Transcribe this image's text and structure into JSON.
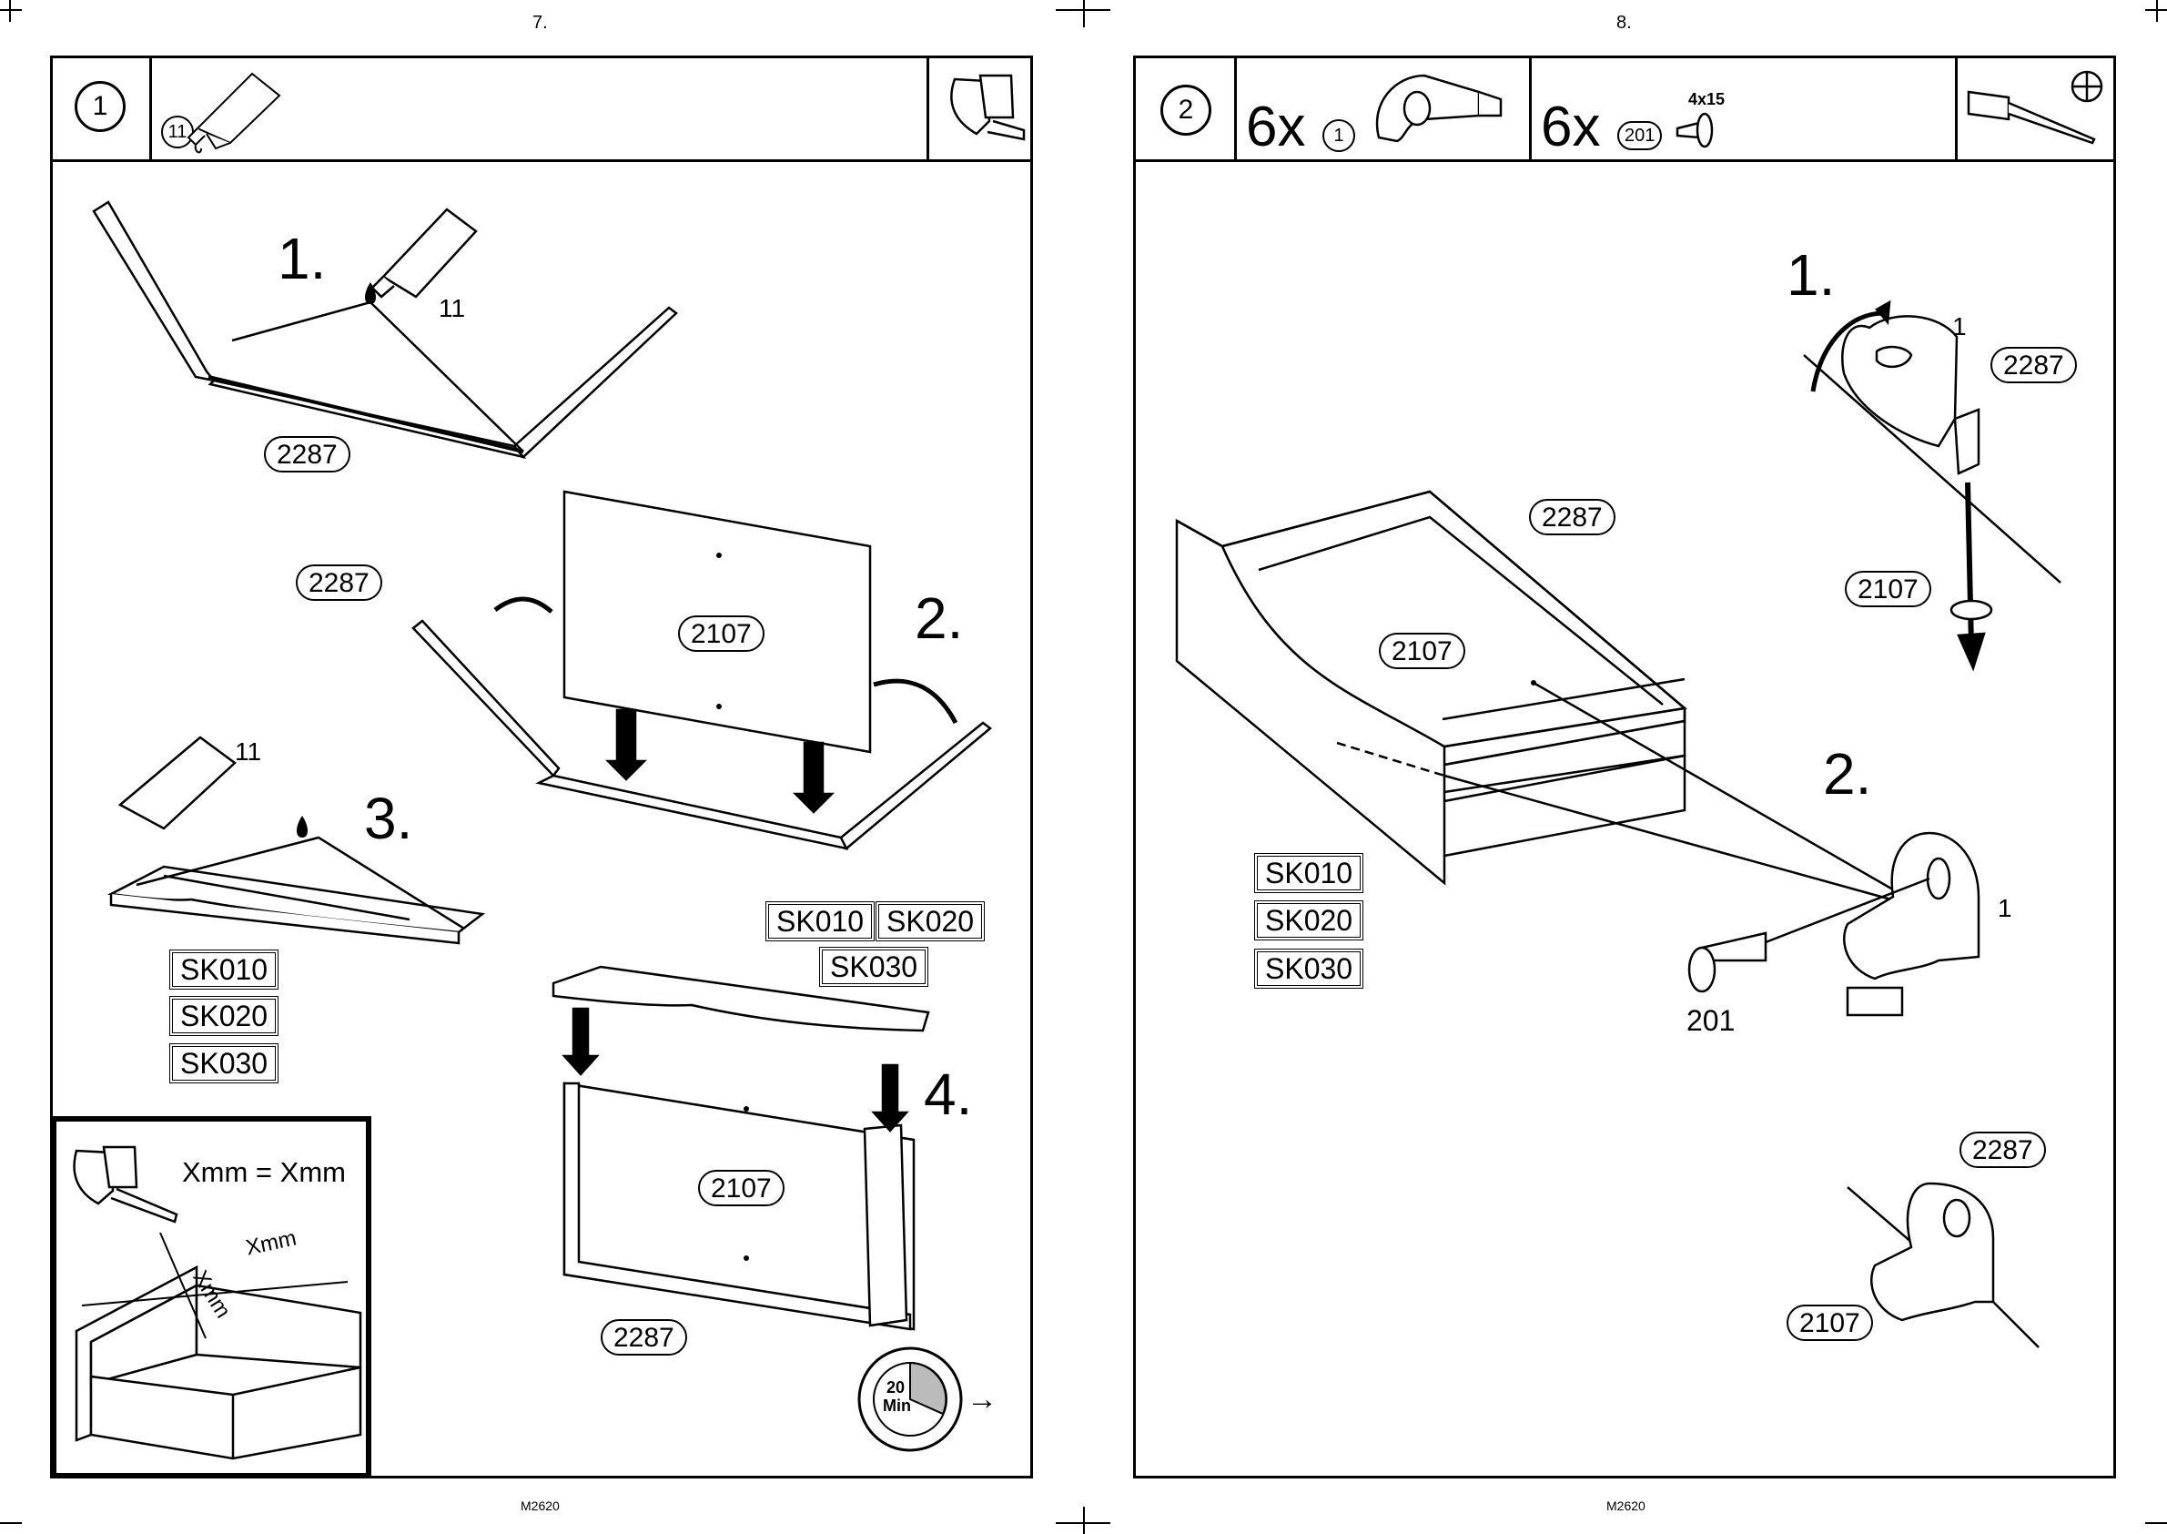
{
  "left_page": {
    "page_number": "7.",
    "footer": "M2620",
    "step": "1",
    "header_part_num": "11",
    "substeps": [
      "1.",
      "2.",
      "3.",
      "4."
    ],
    "glue_label_1": "11",
    "glue_label_3": "11",
    "part_2287_a": "2287",
    "part_2287_b": "2287",
    "part_2287_c": "2287",
    "part_2107_a": "2107",
    "part_2107_b": "2107",
    "sk_left": [
      "SK010",
      "SK020",
      "SK030"
    ],
    "sk_right": [
      "SK010",
      "SK020",
      "SK030"
    ],
    "inset_title": "Xmm = Xmm",
    "inset_x1": "Xmm",
    "inset_x2": "Xmm",
    "clock_time": "20",
    "clock_unit": "Min",
    "next_arrow": "→"
  },
  "right_page": {
    "page_number": "8.",
    "footer": "M2620",
    "step": "2",
    "qty_1": "6x",
    "qty_1_part": "1",
    "qty_2": "6x",
    "qty_2_part": "201",
    "screw_size": "4x15",
    "substeps": [
      "1.",
      "2."
    ],
    "part_2287_a": "2287",
    "part_2287_b": "2287",
    "part_2287_c": "2287",
    "part_2107_a": "2107",
    "part_2107_b": "2107",
    "part_2107_c": "2107",
    "label_1_a": "1",
    "label_1_b": "1",
    "label_201": "201",
    "sk": [
      "SK010",
      "SK020",
      "SK030"
    ]
  }
}
